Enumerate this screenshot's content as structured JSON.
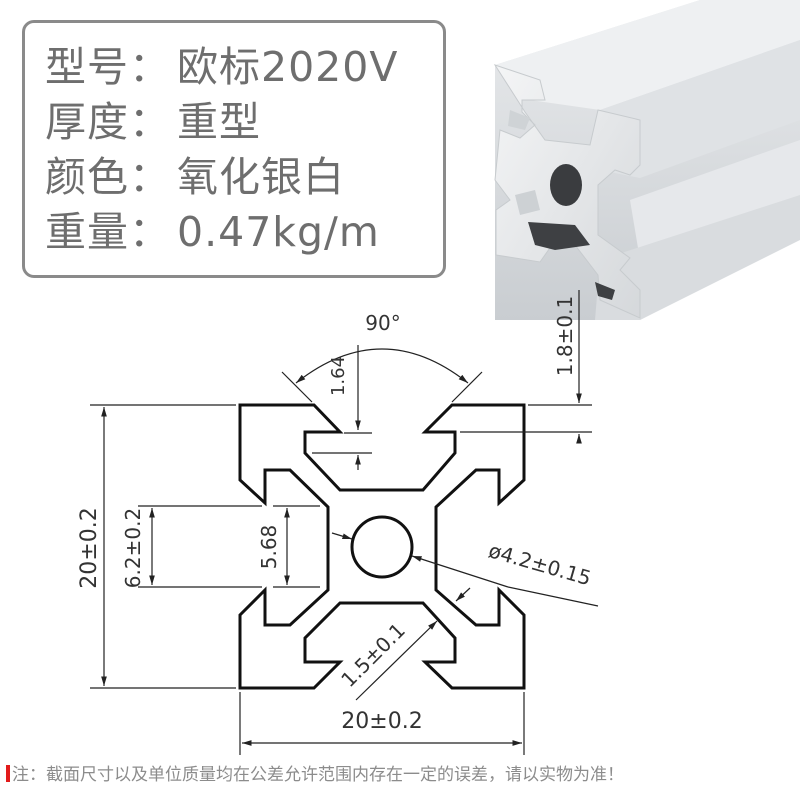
{
  "specs": [
    {
      "label": "型号：",
      "value": "欧标2020V"
    },
    {
      "label": "厚度：",
      "value": "重型"
    },
    {
      "label": "颜色：",
      "value": "氧化银白"
    },
    {
      "label": "重量：",
      "value": "0.47kg/m"
    }
  ],
  "drawing": {
    "angle": "90°",
    "slot_depth_top": "1.64",
    "wall_thickness": "1.8±0.1",
    "height": "20±0.2",
    "width": "20±0.2",
    "slot_opening": "6.2±0.2",
    "slot_inner": "5.68",
    "center_hole": "ø4.2±0.15",
    "web_thickness": "1.5±0.1"
  },
  "note": {
    "text": "注：截面尺寸以及单位质量均在公差允许范围内存在一定的误差，请以实物为准！",
    "accent_color": "#e21b1b"
  },
  "colors": {
    "box_border": "#8a8a8a",
    "text": "#6e6e6e"
  }
}
